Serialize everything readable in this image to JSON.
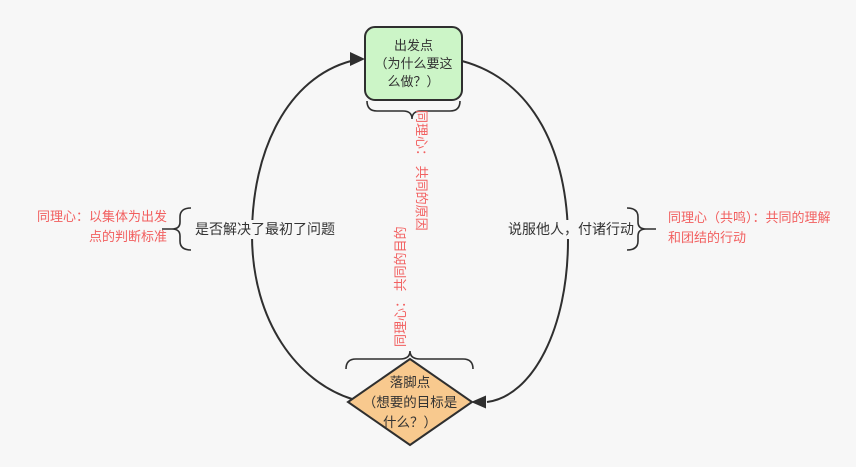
{
  "page": {
    "background": "#f7f7f7",
    "stroke_color": "#2f2f2f",
    "accent_red": "#f25f5f"
  },
  "nodes": {
    "start": {
      "fill": "#ccf5c7",
      "lines": [
        "出发点",
        "（为什么要这",
        "么做？）"
      ]
    },
    "goal": {
      "fill": "#f8c98e",
      "lines": [
        "落脚点",
        "（想要的目标是",
        "什么？）"
      ]
    }
  },
  "labels": {
    "top_vertical": {
      "lines": [
        "同理心：",
        "共同的原因"
      ]
    },
    "bottom_vertical": {
      "lines": [
        "同理心：",
        "共同的目的"
      ]
    },
    "left_red": {
      "lines": [
        "同理心：以集体为出发",
        "点的判断标准"
      ]
    },
    "left_black": {
      "text": "是否解决了最初了问题"
    },
    "right_black": {
      "text": "说服他人，付诸行动"
    },
    "right_red": {
      "lines": [
        "同理心（共鸣）：共同的理解",
        "和团结的行动"
      ]
    }
  }
}
